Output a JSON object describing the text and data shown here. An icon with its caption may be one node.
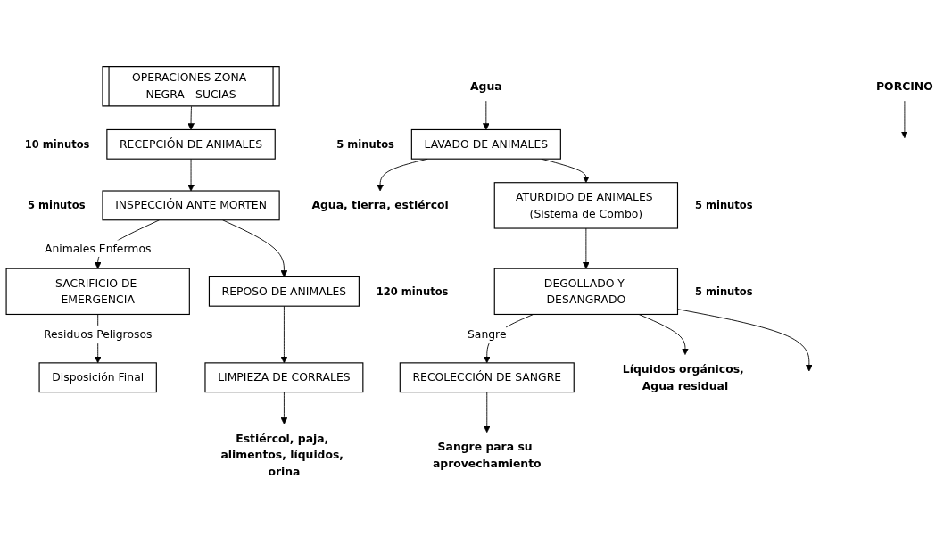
{
  "diagram": {
    "nodes": [
      {
        "text": [
          "OPERACIONES ZONA NEGRA - SUCIAS"
        ]
      },
      {
        "text": [
          "PORCINO"
        ]
      },
      {
        "text": [
          "RECEPCIÓN DE ANIMALES"
        ],
        "beside": [
          "10 minutos"
        ]
      },
      {
        "text": [
          "INSPECCIÓN ANTE MORTEN"
        ],
        "beside": [
          "5 minutos"
        ]
      },
      {
        "text": [
          "SACRIFICIO DE EMERGENCIA"
        ]
      },
      {
        "text": [
          "Disposición Final"
        ]
      },
      {
        "text": [
          "REPOSO DE ANIMALES"
        ],
        "beside": [
          "120 minutos"
        ]
      },
      {
        "text": [
          "LIMPIEZA DE CORRALES"
        ]
      },
      {
        "text": [
          "Estiércol, paja, alimentos, líquidos, orina"
        ]
      },
      {
        "text": [
          "Agua"
        ]
      },
      {
        "text": [
          "LAVADO DE ANIMALES"
        ],
        "beside": [
          "5 minutos"
        ]
      },
      {
        "text": [
          "Agua, tierra, estiércol"
        ]
      },
      {
        "text": [
          "ATURDIDO DE ANIMALES (Sistema de Combo)"
        ],
        "beside": [
          "5 minutos"
        ]
      },
      {
        "text": [
          "DEGOLLADO Y DESANGRADO"
        ],
        "beside": [
          "5 minutos"
        ]
      },
      {
        "text": [
          "RECOLECCIÓN DE SANGRE"
        ]
      },
      {
        "text": [
          "Sangre para su aprovechamiento"
        ]
      },
      {
        "text": [
          "Líquidos orgánicos, Agua residual"
        ]
      }
    ],
    "edges": [
      {
        "from": 0,
        "to": 2,
        "arrow": "to"
      },
      {
        "from": 1,
        "to": null,
        "arrow": "to"
      },
      {
        "from": 2,
        "to": 3,
        "arrow": "to"
      },
      {
        "from": 3,
        "to": 4,
        "arrow": "to",
        "label": "Animales Enfermos"
      },
      {
        "from": 4,
        "to": 5,
        "arrow": "to",
        "label": "Residuos Peligrosos"
      },
      {
        "from": 3,
        "to": 6,
        "arrow": "to"
      },
      {
        "from": 6,
        "to": 7,
        "arrow": "to"
      },
      {
        "from": 7,
        "to": 8,
        "arrow": "to"
      },
      {
        "from": 9,
        "to": 10,
        "arrow": "to"
      },
      {
        "from": 10,
        "to": 11,
        "arrow": "to"
      },
      {
        "from": 10,
        "to": 12,
        "arrow": "to"
      },
      {
        "from": 12,
        "to": 13,
        "arrow": "to"
      },
      {
        "from": 13,
        "to": 14,
        "arrow": "to",
        "label": "Sangre"
      },
      {
        "from": 14,
        "to": 15,
        "arrow": "to"
      },
      {
        "from": 13,
        "to": 16,
        "arrow": "to"
      },
      {
        "from": 13,
        "to": null,
        "arrow": "to"
      }
    ]
  }
}
